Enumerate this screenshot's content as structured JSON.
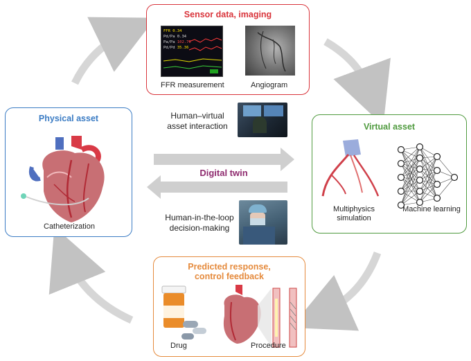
{
  "sensor": {
    "title": "Sensor data, imaging",
    "ffr_label": "FFR measurement",
    "angio_label": "Angiogram",
    "monitor_rows": [
      "FFR",
      "Pd/Pa",
      "Pa/Pa",
      "Pd/Pd"
    ],
    "monitor_vals": [
      "0.34",
      "0.34",
      "102.76",
      "35.36"
    ]
  },
  "physical": {
    "title": "Physical asset",
    "label": "Catheterization"
  },
  "virtual": {
    "title": "Virtual asset",
    "label_sim": "Multiphysics simulation",
    "label_ml": "Machine learning"
  },
  "predicted": {
    "title": "Predicted response, control feedback",
    "label_drug": "Drug",
    "label_proc": "Procedure"
  },
  "center": {
    "interaction": "Human–virtual asset interaction",
    "twin": "Digital twin",
    "loop": "Human-in-the-loop decision-making"
  },
  "colors": {
    "sensor": "#d9343b",
    "physical": "#3b7cc4",
    "virtual": "#4f9a3e",
    "predicted": "#e58a3c",
    "twin": "#8e2a6e"
  }
}
